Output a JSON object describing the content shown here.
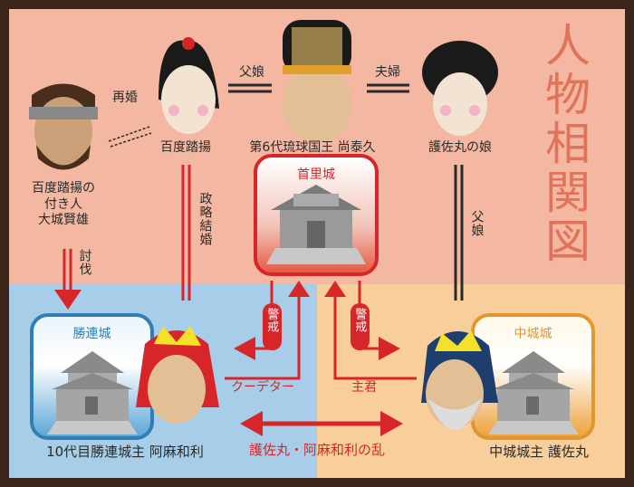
{
  "title": "人物相関図",
  "people": {
    "retainer": "百度踏揚の\n付き人\n大城賢雄",
    "princess": "百度踏揚",
    "king": "第6代琉球国王 尚泰久",
    "wife": "護佐丸の娘",
    "amawari": "10代目勝連城主 阿麻和利",
    "gosamaru": "中城城主 護佐丸"
  },
  "castles": {
    "shuri": "首里城",
    "katsuren": "勝連城",
    "nakagusuku": "中城城"
  },
  "relations": {
    "remarriage": "再婚",
    "father_daughter_1": "父娘",
    "married": "夫婦",
    "father_daughter_2": "父娘",
    "political_marriage": "政略結婚",
    "subjugation": "討伐",
    "caution_left": "警戒",
    "caution_right": "警戒",
    "coup": "クーデター",
    "lord": "主君",
    "rebellion": "護佐丸・阿麻和利の乱"
  },
  "colors": {
    "top_bg": "#f3b7a2",
    "left_bg": "#a7cde8",
    "right_bg": "#f8cf9b",
    "border": "#3b2519",
    "arrow_red": "#d7262a",
    "title_orange": "#e0735a"
  }
}
